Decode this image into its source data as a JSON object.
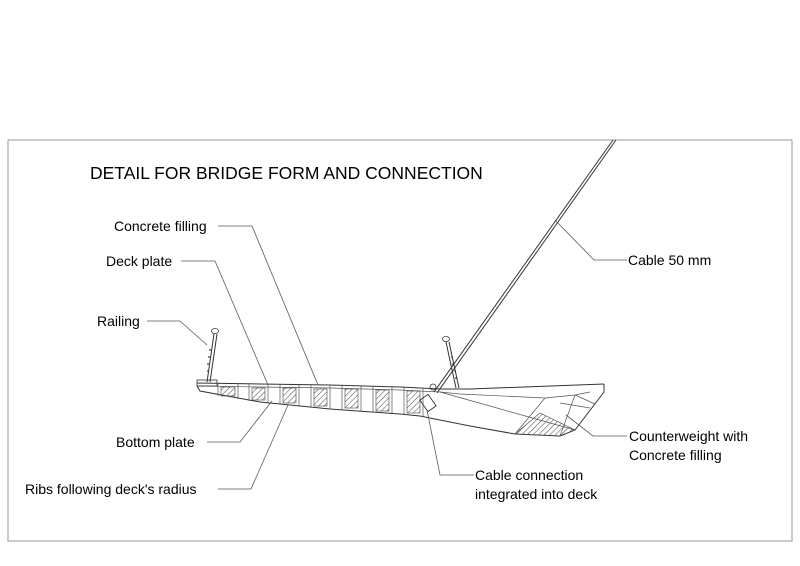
{
  "title": "DETAIL FOR BRIDGE FORM AND CONNECTION",
  "labels": {
    "concrete_filling": "Concrete filling",
    "deck_plate": "Deck plate",
    "railing": "Railing",
    "bottom_plate": "Bottom plate",
    "ribs": "Ribs following deck's radius",
    "cable": "Cable 50 mm",
    "counterweight_line1": "Counterweight with",
    "counterweight_line2": "Concrete filling",
    "cable_connection_line1": "Cable connection",
    "cable_connection_line2": "integrated into deck"
  }
}
